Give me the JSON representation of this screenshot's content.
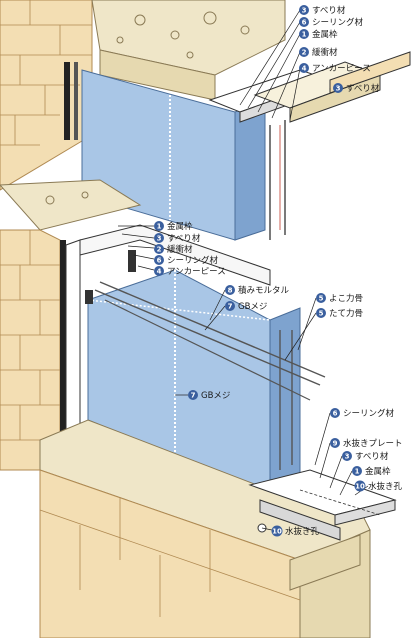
{
  "top_callouts": [
    {
      "num": "3",
      "text": "すべり材"
    },
    {
      "num": "6",
      "text": "シーリング材"
    },
    {
      "num": "1",
      "text": "金属枠"
    },
    {
      "num": "2",
      "text": "緩衝材"
    },
    {
      "num": "4",
      "text": "アンカーピース"
    },
    {
      "num": "3",
      "text": "すべり材"
    }
  ],
  "mid_callouts": [
    {
      "num": "1",
      "text": "金属枠"
    },
    {
      "num": "3",
      "text": "すべり材"
    },
    {
      "num": "2",
      "text": "緩衝材"
    },
    {
      "num": "6",
      "text": "シーリング材"
    },
    {
      "num": "4",
      "text": "アンカーピース"
    }
  ],
  "panel_callouts": [
    {
      "num": "8",
      "text": "積みモルタル"
    },
    {
      "num": "7",
      "text": "GBメジ"
    },
    {
      "num": "7",
      "text": "GBメジ"
    },
    {
      "num": "5",
      "text": "よこ力骨"
    },
    {
      "num": "5",
      "text": "たて力骨"
    }
  ],
  "bottom_callouts": [
    {
      "num": "6",
      "text": "シーリング材"
    },
    {
      "num": "9",
      "text": "水抜きプレート"
    },
    {
      "num": "3",
      "text": "すべり材"
    },
    {
      "num": "1",
      "text": "金属枠"
    },
    {
      "num": "10",
      "text": "水抜き孔"
    },
    {
      "num": "10",
      "text": "水抜き孔"
    }
  ],
  "colors": {
    "glass_block": "#a9c6e6",
    "glass_block_side": "#7ea3cf",
    "brick": "#f3deb3",
    "brick_line": "#b08a52",
    "concrete": "#efe6c8",
    "callout_badge": "#3a5f9e"
  }
}
